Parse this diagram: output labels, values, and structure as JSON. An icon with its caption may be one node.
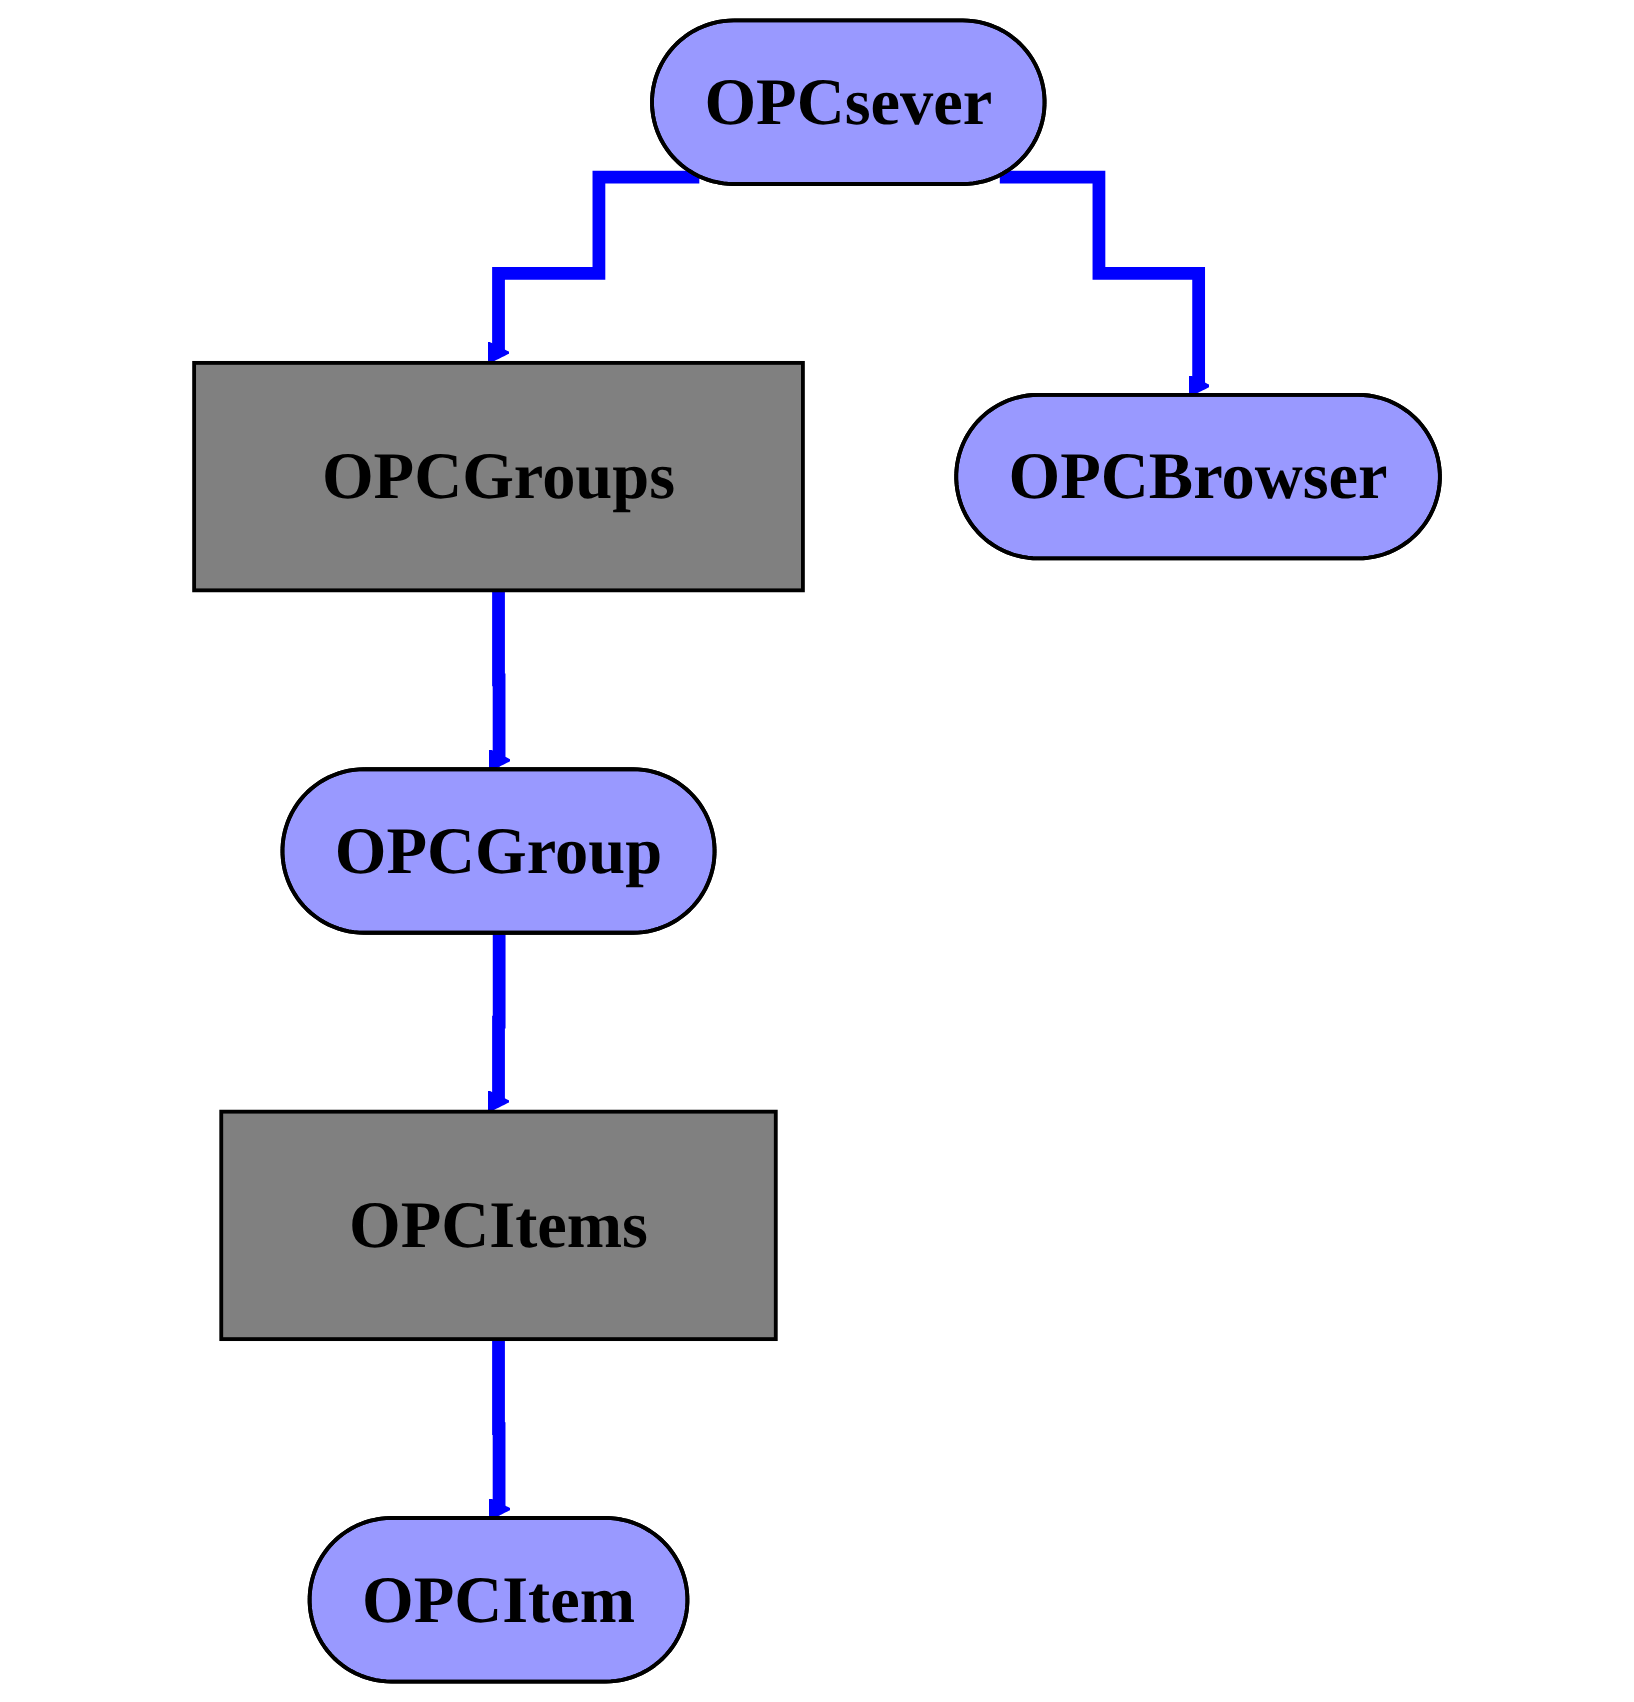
{
  "diagram": {
    "nodes": [
      {
        "text": [
          "OPCsever"
        ]
      },
      {
        "text": [
          "OPCGroups"
        ]
      },
      {
        "text": [
          "OPCBrowser"
        ]
      },
      {
        "text": [
          "OPCGroup"
        ]
      },
      {
        "text": [
          "OPCItems"
        ]
      },
      {
        "text": [
          "OPCItem"
        ]
      }
    ],
    "edges": [
      {
        "from": 0,
        "to": 1,
        "arrow": "to"
      },
      {
        "from": 0,
        "to": 2,
        "arrow": "to"
      },
      {
        "from": 1,
        "to": 3,
        "arrow": "to"
      },
      {
        "from": 3,
        "to": 4,
        "arrow": "to"
      },
      {
        "from": 4,
        "to": 5,
        "arrow": "to"
      }
    ]
  }
}
